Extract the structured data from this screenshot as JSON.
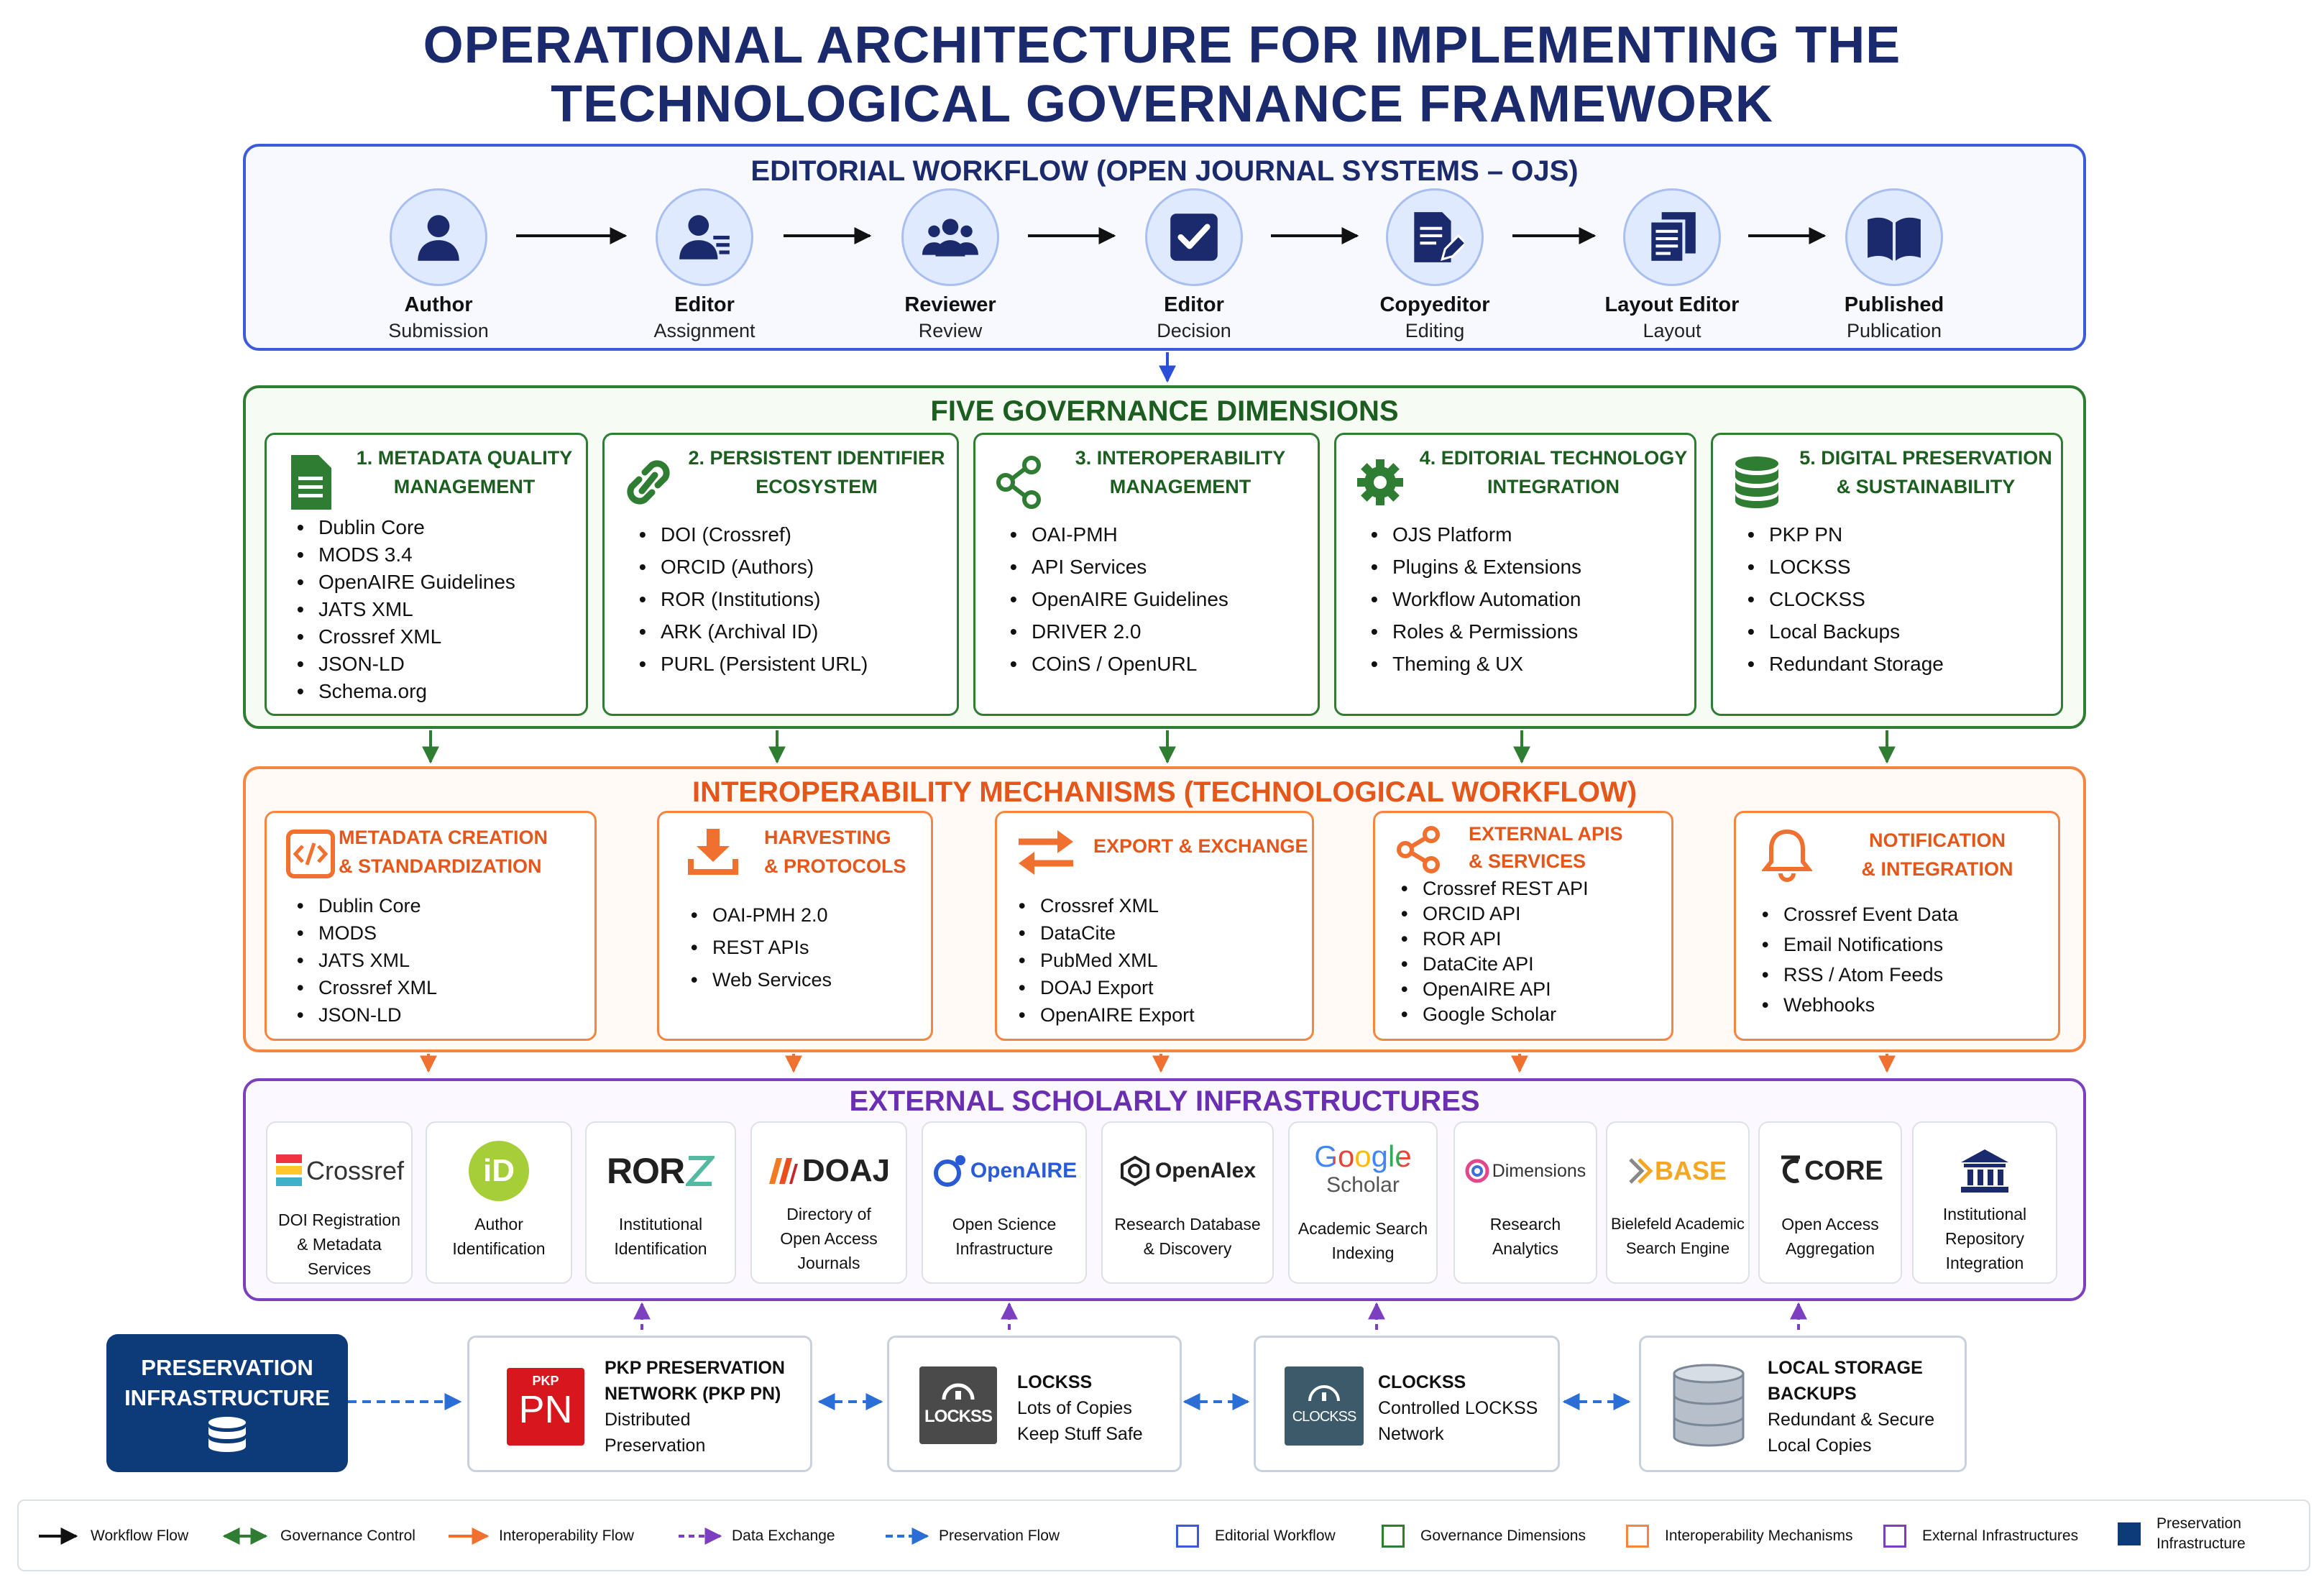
{
  "title_line1": "OPERATIONAL ARCHITECTURE FOR IMPLEMENTING THE",
  "title_line2": "TECHNOLOGICAL GOVERNANCE FRAMEWORK",
  "colors": {
    "navy": "#1a2a6c",
    "editorial": "#3b5bdb",
    "governance": "#2e7d32",
    "interop": "#f48642",
    "external": "#7b3fbf",
    "preservation": "#0d3b7a"
  },
  "editorial": {
    "title": "EDITORIAL WORKFLOW (OPEN JOURNAL SYSTEMS – OJS)",
    "stages": [
      {
        "name": "Author",
        "sub": "Submission",
        "icon": "person-icon"
      },
      {
        "name": "Editor",
        "sub": "Assignment",
        "icon": "editor-list-icon"
      },
      {
        "name": "Reviewer",
        "sub": "Review",
        "icon": "group-icon"
      },
      {
        "name": "Editor",
        "sub": "Decision",
        "icon": "checkbox-icon"
      },
      {
        "name": "Copyeditor",
        "sub": "Editing",
        "icon": "document-edit-icon"
      },
      {
        "name": "Layout Editor",
        "sub": "Layout",
        "icon": "layout-copies-icon"
      },
      {
        "name": "Published",
        "sub": "Publication",
        "icon": "open-book-icon"
      }
    ]
  },
  "governance": {
    "title": "FIVE GOVERNANCE DIMENSIONS",
    "dims": [
      {
        "h1": "1. METADATA QUALITY",
        "h2": "MANAGEMENT",
        "icon": "document-lines-icon",
        "items": [
          "Dublin Core",
          "MODS 3.4",
          "OpenAIRE Guidelines",
          "JATS XML",
          "Crossref XML",
          "JSON-LD",
          "Schema.org"
        ]
      },
      {
        "h1": "2. PERSISTENT IDENTIFIER",
        "h2": "ECOSYSTEM",
        "icon": "link-icon",
        "items": [
          "DOI (Crossref)",
          "ORCID (Authors)",
          "ROR (Institutions)",
          "ARK (Archival ID)",
          "PURL (Persistent URL)"
        ]
      },
      {
        "h1": "3. INTEROPERABILITY",
        "h2": "MANAGEMENT",
        "icon": "share-icon",
        "items": [
          "OAI-PMH",
          "API Services",
          "OpenAIRE Guidelines",
          "DRIVER 2.0",
          "COinS / OpenURL"
        ]
      },
      {
        "h1": "4. EDITORIAL TECHNOLOGY",
        "h2": "INTEGRATION",
        "icon": "gear-icon",
        "items": [
          "OJS Platform",
          "Plugins & Extensions",
          "Workflow Automation",
          "Roles & Permissions",
          "Theming & UX"
        ]
      },
      {
        "h1": "5. DIGITAL PRESERVATION",
        "h2": "& SUSTAINABILITY",
        "icon": "database-icon",
        "items": [
          "PKP PN",
          "LOCKSS",
          "CLOCKSS",
          "Local Backups",
          "Redundant Storage"
        ]
      }
    ]
  },
  "interop": {
    "title": "INTEROPERABILITY MECHANISMS (TECHNOLOGICAL WORKFLOW)",
    "mechs": [
      {
        "h1": "METADATA CREATION",
        "h2": "& STANDARDIZATION",
        "icon": "code-icon",
        "items": [
          "Dublin Core",
          "MODS",
          "JATS XML",
          "Crossref XML",
          "JSON-LD"
        ]
      },
      {
        "h1": "HARVESTING",
        "h2": "& PROTOCOLS",
        "icon": "download-icon",
        "items": [
          "OAI-PMH 2.0",
          "REST APIs",
          "Web Services"
        ]
      },
      {
        "h1": "EXPORT & EXCHANGE",
        "h2": "",
        "icon": "exchange-arrows-icon",
        "items": [
          "Crossref XML",
          "DataCite",
          "PubMed XML",
          "DOAJ Export",
          "OpenAIRE Export"
        ]
      },
      {
        "h1": "EXTERNAL APIS",
        "h2": "& SERVICES",
        "icon": "share-icon",
        "items": [
          "Crossref REST API",
          "ORCID API",
          "ROR API",
          "DataCite API",
          "OpenAIRE API",
          "Google Scholar"
        ]
      },
      {
        "h1": "NOTIFICATION",
        "h2": "& INTEGRATION",
        "icon": "bell-icon",
        "items": [
          "Crossref Event Data",
          "Email Notifications",
          "RSS / Atom Feeds",
          "Webhooks"
        ]
      }
    ]
  },
  "external": {
    "title": "EXTERNAL SCHOLARLY INFRASTRUCTURES",
    "infra": [
      {
        "logo": "Crossref",
        "caption": [
          "DOI Registration",
          "& Metadata",
          "Services"
        ]
      },
      {
        "logo": "iD",
        "caption": [
          "Author",
          "Identification"
        ]
      },
      {
        "logo": "ROR",
        "caption": [
          "Institutional",
          "Identification"
        ]
      },
      {
        "logo": "DOAJ",
        "caption": [
          "Directory of",
          "Open Access",
          "Journals"
        ]
      },
      {
        "logo": "OpenAIRE",
        "caption": [
          "Open Science",
          "Infrastructure"
        ]
      },
      {
        "logo": "OpenAlex",
        "caption": [
          "Research Database",
          "& Discovery"
        ]
      },
      {
        "logo": "Google",
        "logo2": "Scholar",
        "caption": [
          "Academic Search",
          "Indexing"
        ]
      },
      {
        "logo": "Dimensions",
        "caption": [
          "Research",
          "Analytics"
        ]
      },
      {
        "logo": "BASE",
        "caption": [
          "Bielefeld Academic",
          "Search Engine"
        ]
      },
      {
        "logo": "CORE",
        "caption": [
          "Open Access",
          "Aggregation"
        ]
      },
      {
        "logo": "",
        "caption": [
          "Institutional",
          "Repository",
          "Integration"
        ]
      }
    ]
  },
  "preservation": {
    "label1": "PRESERVATION",
    "label2": "INFRASTRUCTURE",
    "nodes": [
      {
        "lines": [
          "PKP PRESERVATION",
          "NETWORK (PKP PN)",
          "Distributed",
          "Preservation"
        ],
        "logo_top": "PKP",
        "logo_main": "PN"
      },
      {
        "lines": [
          "LOCKSS",
          "Lots of Copies",
          "Keep Stuff Safe"
        ],
        "logo_main": "LOCKSS"
      },
      {
        "lines": [
          "CLOCKSS",
          "Controlled LOCKSS",
          "Network"
        ],
        "logo_main": "CLOCKSS"
      },
      {
        "lines": [
          "LOCAL STORAGE",
          "BACKUPS",
          "Redundant & Secure",
          "Local Copies"
        ]
      }
    ]
  },
  "legend": {
    "flows": [
      "Workflow Flow",
      "Governance Control",
      "Interoperability Flow",
      "Data Exchange",
      "Preservation Flow"
    ],
    "boxes": [
      "Editorial Workflow",
      "Governance Dimensions",
      "Interoperability Mechanisms",
      "External Infrastructures"
    ],
    "pres_line1": "Preservation",
    "pres_line2": "Infrastructure"
  }
}
